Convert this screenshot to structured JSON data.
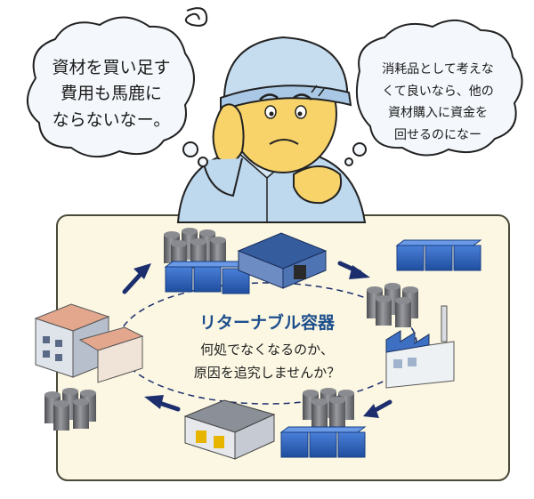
{
  "bubble_left": {
    "lines": [
      "資材を買い足す",
      "費用も馬鹿に",
      "ならないなー。"
    ]
  },
  "bubble_right": {
    "lines": [
      "消耗品として考えな",
      "くて良いなら、他の",
      "資材購入に資金を",
      "回せるのになー"
    ]
  },
  "cycle": {
    "title": "リターナブル容器",
    "line1": "何処でなくなるのか、",
    "line2": "原因を追究しませんか？"
  },
  "colors": {
    "panel_bg": "#fbf7e2",
    "panel_border": "#4a4a3a",
    "title_blue": "#1e4f8c",
    "arrow_navy": "#1c2e6e",
    "drum_gray": "#6e6f73",
    "crate_blue": "#2f5fb5"
  }
}
